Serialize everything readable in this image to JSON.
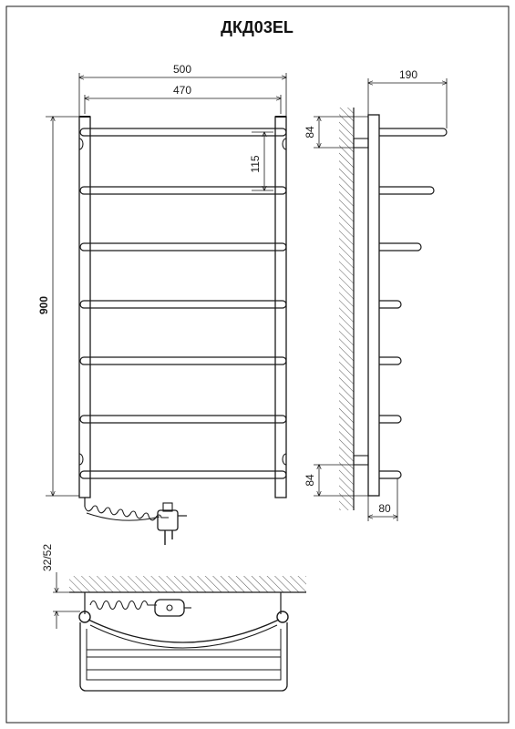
{
  "title": "ДКД03EL",
  "front_view": {
    "width_total": "500",
    "width_axis": "470",
    "height_total": "900",
    "rung_spacing": "115"
  },
  "side_view": {
    "depth": "190",
    "bracket_top": "84",
    "bracket_bottom": "84",
    "wall_offset": "80"
  },
  "top_view": {
    "wall_gap": "32/52"
  }
}
